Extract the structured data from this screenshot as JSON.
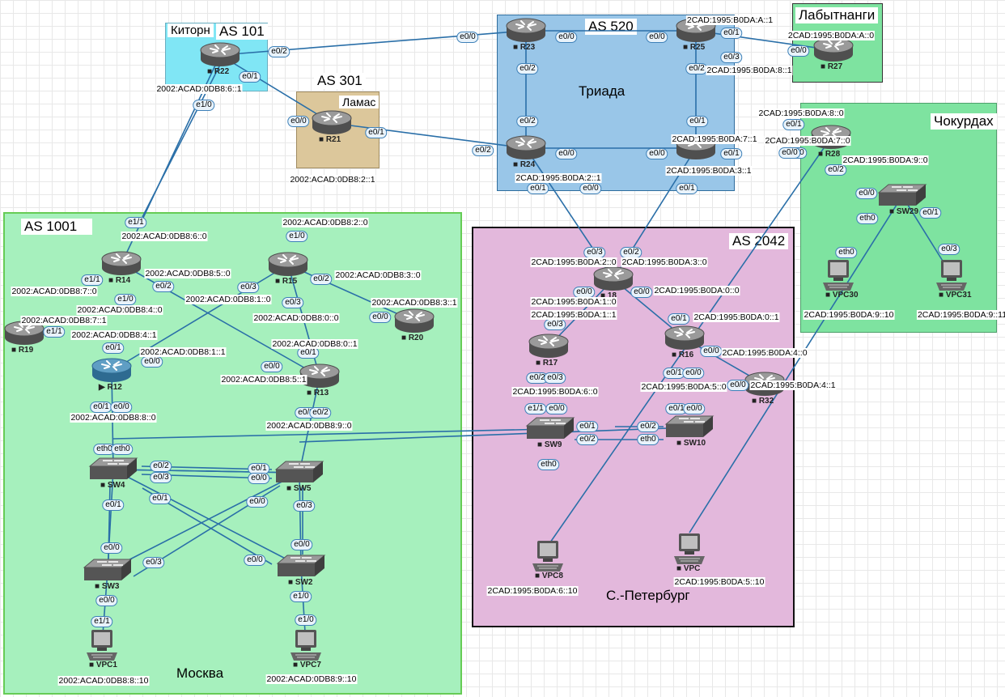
{
  "areas": {
    "as101": {
      "label": "AS 101",
      "sublabel": "Киторн",
      "fill": "#80e6f5"
    },
    "as301": {
      "label": "AS 301",
      "sublabel": "Ламас",
      "fill": "#dcc79b"
    },
    "as520": {
      "label": "AS 520",
      "sublabel": "Триада",
      "fill": "#99c6e8"
    },
    "lab": {
      "label": "Лабытнанги",
      "fill": "#7ee3a0"
    },
    "chok": {
      "label": "Чокурдах",
      "fill": "#7ee3a0"
    },
    "as1001": {
      "label": "AS 1001",
      "sublabel": "Москва",
      "fill": "#a6f0bd"
    },
    "as2042": {
      "label": "AS 2042",
      "sublabel": "С.-Петербург",
      "fill": "#e3b8dc"
    }
  },
  "devices": [
    {
      "id": "R22",
      "label": "R22",
      "type": "router"
    },
    {
      "id": "R21",
      "label": "R21",
      "type": "router"
    },
    {
      "id": "R23",
      "label": "R23",
      "type": "router"
    },
    {
      "id": "R24",
      "label": "R24",
      "type": "router"
    },
    {
      "id": "R25",
      "label": "R25",
      "type": "router"
    },
    {
      "id": "R26",
      "label": "",
      "type": "router"
    },
    {
      "id": "R27",
      "label": "R27",
      "type": "router"
    },
    {
      "id": "R28",
      "label": "R28",
      "type": "router"
    },
    {
      "id": "SW29",
      "label": "SW29",
      "type": "switch"
    },
    {
      "id": "VPC30",
      "label": "VPC30",
      "type": "pc"
    },
    {
      "id": "VPC31",
      "label": "VPC31",
      "type": "pc"
    },
    {
      "id": "R14",
      "label": "R14",
      "type": "router"
    },
    {
      "id": "R15",
      "label": "R15",
      "type": "router"
    },
    {
      "id": "R19",
      "label": "R19",
      "type": "router"
    },
    {
      "id": "R20",
      "label": "R20",
      "type": "router"
    },
    {
      "id": "R12",
      "label": "R12",
      "type": "router-active"
    },
    {
      "id": "R13",
      "label": "R13",
      "type": "router"
    },
    {
      "id": "SW4",
      "label": "SW4",
      "type": "switch"
    },
    {
      "id": "SW5",
      "label": "SW5",
      "type": "switch"
    },
    {
      "id": "SW3",
      "label": "SW3",
      "type": "switch"
    },
    {
      "id": "SW2",
      "label": "SW2",
      "type": "switch"
    },
    {
      "id": "VPC1",
      "label": "VPC1",
      "type": "pc"
    },
    {
      "id": "VPC7",
      "label": "VPC7",
      "type": "pc"
    },
    {
      "id": "R18",
      "label": "18",
      "type": "router"
    },
    {
      "id": "R17",
      "label": "R17",
      "type": "router"
    },
    {
      "id": "R16",
      "label": "R16",
      "type": "router"
    },
    {
      "id": "R32",
      "label": "R32",
      "type": "router"
    },
    {
      "id": "SW9",
      "label": "SW9",
      "type": "switch"
    },
    {
      "id": "SW10",
      "label": "SW10",
      "type": "switch"
    },
    {
      "id": "VPC8",
      "label": "VPC8",
      "type": "pc"
    },
    {
      "id": "VPC",
      "label": "VPC",
      "type": "pc"
    }
  ],
  "links": [
    [
      "R22",
      "R23"
    ],
    [
      "R22",
      "R21"
    ],
    [
      "R22",
      "R14"
    ],
    [
      "R21",
      "R24"
    ],
    [
      "R21",
      "R15"
    ],
    [
      "R23",
      "R25"
    ],
    [
      "R23",
      "R24"
    ],
    [
      "R25",
      "R26"
    ],
    [
      "R24",
      "R26"
    ],
    [
      "R25",
      "R27"
    ],
    [
      "R25",
      "R28"
    ],
    [
      "R26",
      "R28"
    ],
    [
      "R28",
      "SW29"
    ],
    [
      "SW29",
      "VPC30"
    ],
    [
      "SW29",
      "VPC31"
    ],
    [
      "R24",
      "R18"
    ],
    [
      "R26",
      "R18"
    ],
    [
      "R18",
      "R17"
    ],
    [
      "R18",
      "R16"
    ],
    [
      "R16",
      "R32"
    ],
    [
      "R17",
      "SW9"
    ],
    [
      "R16",
      "SW10"
    ],
    [
      "SW9",
      "SW10"
    ],
    [
      "SW9",
      "SW10"
    ],
    [
      "SW9",
      "VPC8"
    ],
    [
      "SW10",
      "VPC"
    ],
    [
      "R14",
      "R19"
    ],
    [
      "R14",
      "R12"
    ],
    [
      "R14",
      "R13"
    ],
    [
      "R15",
      "R12"
    ],
    [
      "R15",
      "R20"
    ],
    [
      "R15",
      "R13"
    ],
    [
      "R12",
      "SW4"
    ],
    [
      "R13",
      "SW5"
    ],
    [
      "SW4",
      "SW5"
    ],
    [
      "SW4",
      "SW5"
    ],
    [
      "SW4",
      "SW3"
    ],
    [
      "SW4",
      "SW2"
    ],
    [
      "SW5",
      "SW3"
    ],
    [
      "SW5",
      "SW2"
    ],
    [
      "SW3",
      "VPC1"
    ],
    [
      "SW2",
      "VPC7"
    ]
  ],
  "interfaces": [
    "e0/2",
    "e0/1",
    "e0/0",
    "e0/0",
    "e0/1",
    "e0/2",
    "e0/0",
    "e0/0",
    "e0/1",
    "e0/0",
    "e0/2",
    "e0/2",
    "e0/2",
    "e0/1",
    "e0/0",
    "e0/3",
    "e0/0",
    "e0/1",
    "e0/1",
    "e0/0",
    "e0/0",
    "e0/2",
    "e0/0",
    "e0/1",
    "eth0",
    "eth0",
    "e0/3",
    "e0/0",
    "e0/1",
    "e0/1",
    "e0/3",
    "e0/2",
    "e0/0",
    "e0/0",
    "e0/3",
    "e0/1",
    "e0/0",
    "e0/0",
    "e0/2",
    "e0/3",
    "e0/1",
    "e0/0",
    "e1/0",
    "e1/1",
    "e1/0",
    "e1/1",
    "e1/0",
    "e1/1",
    "e0/2",
    "e0/3",
    "e0/2",
    "e0/3",
    "e0/0",
    "e0/1",
    "e0/1",
    "e0/0",
    "e0/0",
    "e0/1",
    "e0/0",
    "e0/2",
    "e0/2",
    "eth0",
    "eth0",
    "e0/2",
    "e0/3",
    "e0/1",
    "e0/0",
    "e0/1",
    "e0/1",
    "e0/0",
    "e0/3",
    "e0/0",
    "e0/3",
    "e0/0",
    "e0/0",
    "e0/0",
    "e1/0",
    "e1/1",
    "e1/0",
    "e1/1",
    "e0/0",
    "e0/1",
    "e0/0",
    "e0/1",
    "e0/2",
    "e0/2",
    "eth0",
    "eth0"
  ],
  "addresses": [
    "2002:ACAD:0DB8:6::1",
    "2002:ACAD:0DB8:2::1",
    "2CAD:1995:B0DA:A::1",
    "2CAD:1995:B0DA:A::0",
    "2CAD:1995:B0DA:8::1",
    "2CAD:1995:B0DA:8::0",
    "2CAD:1995:B0DA:7::1",
    "2CAD:1995:B0DA:7::0",
    "2CAD:1995:B0DA:9::0",
    "2CAD:1995:B0DA:2::1",
    "2CAD:1995:B0DA:3::1",
    "2CAD:1995:B0DA:9::10",
    "2CAD:1995:B0DA:9::11",
    "2002:ACAD:0DB8:6::0",
    "2002:ACAD:0DB8:2::0",
    "2002:ACAD:0DB8:5::0",
    "2002:ACAD:0DB8:3::0",
    "2002:ACAD:0DB8:7::0",
    "2002:ACAD:0DB8:1::0",
    "2002:ACAD:0DB8:4::0",
    "2002:ACAD:0DB8:3::1",
    "2002:ACAD:0DB8:7::1",
    "2002:ACAD:0DB8:0::0",
    "2002:ACAD:0DB8:4::1",
    "2002:ACAD:0DB8:0::1",
    "2002:ACAD:0DB8:1::1",
    "2002:ACAD:0DB8:5::1",
    "2002:ACAD:0DB8:8::0",
    "2002:ACAD:0DB8:9::0",
    "2002:ACAD:0DB8:8::10",
    "2002:ACAD:0DB8:9::10",
    "2CAD:1995:B0DA:2::0",
    "2CAD:1995:B0DA:3::0",
    "2CAD:1995:B0DA:0::0",
    "2CAD:1995:B0DA:1::0",
    "2CAD:1995:B0DA:1::1",
    "2CAD:1995:B0DA:0::1",
    "2CAD:1995:B0DA:4::0",
    "2CAD:1995:B0DA:6::0",
    "2CAD:1995:B0DA:5::0",
    "2CAD:1995:B0DA:4::1",
    "2CAD:1995:B0DA:6::10",
    "2CAD:1995:B0DA:5::10"
  ]
}
